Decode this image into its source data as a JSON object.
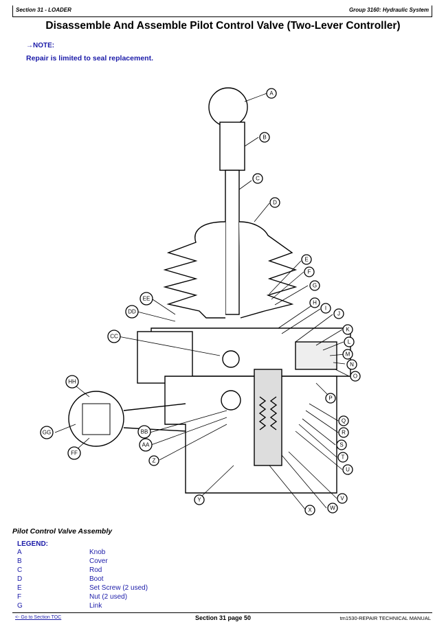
{
  "header": {
    "left": "Section 31 - LOADER",
    "right": "Group 3160: Hydraulic System"
  },
  "title": "Disassemble And Assemble Pilot Control Valve (Two-Lever Controller)",
  "note": {
    "label": "→NOTE:",
    "text": "Repair is limited to seal replacement."
  },
  "figure": {
    "callouts": [
      "A",
      "B",
      "C",
      "D",
      "E",
      "F",
      "G",
      "H",
      "I",
      "J",
      "K",
      "L",
      "M",
      "N",
      "O",
      "P",
      "Q",
      "R",
      "S",
      "T",
      "U",
      "V",
      "W",
      "X",
      "Y",
      "Z",
      "AA",
      "BB",
      "CC",
      "DD",
      "EE",
      "FF",
      "GG",
      "HH"
    ]
  },
  "caption": "Pilot Control Valve Assembly",
  "legend_title": "LEGEND:",
  "legend": [
    {
      "key": "A",
      "value": "Knob"
    },
    {
      "key": "B",
      "value": "Cover"
    },
    {
      "key": "C",
      "value": "Rod"
    },
    {
      "key": "D",
      "value": "Boot"
    },
    {
      "key": "E",
      "value": "Set Screw (2 used)"
    },
    {
      "key": "F",
      "value": "Nut (2 used)"
    },
    {
      "key": "G",
      "value": "Link"
    }
  ],
  "footer": {
    "link": "<- Go to Section TOC",
    "center": "Section 31 page 50",
    "right": "tm1530-REPAIR TECHNICAL MANUAL"
  }
}
